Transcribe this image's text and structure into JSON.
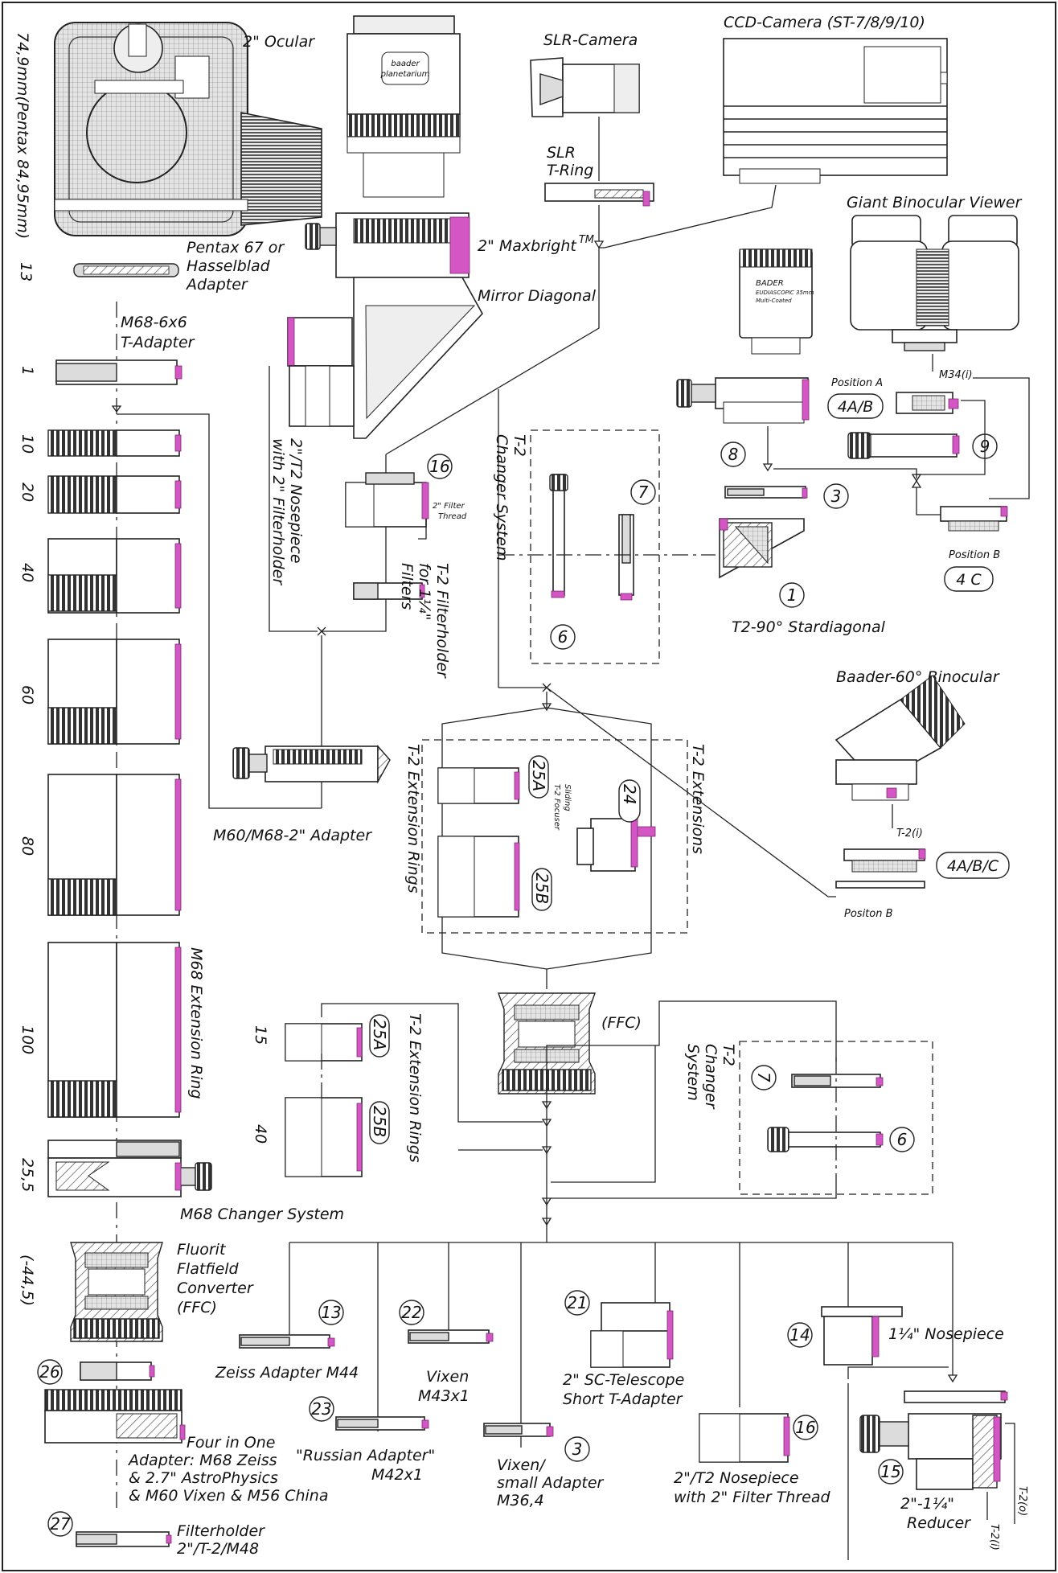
{
  "left_column": {
    "camera_dim": "74,9mm(Pentax 84,95mm)",
    "pentax_adapter": {
      "dim": "13",
      "label_1": "Pentax 67 or",
      "label_2": "Hasselblad",
      "label_3": "Adapter"
    },
    "m68_adapter": {
      "dim": "1",
      "label_1": "M68-6x6",
      "label_2": "T-Adapter"
    },
    "ring_dims": [
      "10",
      "20",
      "40",
      "60",
      "80",
      "100"
    ],
    "extension_ring_label": "M68 Extension Ring",
    "changer_dim": "25,5",
    "changer_label": "M68 Changer System",
    "ffc_dim": "(-44,5)",
    "ffc_label": [
      "Fluorit",
      "Flatfield",
      "Converter",
      "(FFC)"
    ],
    "four_in_one": {
      "num": "26",
      "label": [
        "Four in One",
        "Adapter: M68 Zeiss",
        "& 2.7\" AstroPhysics",
        "& M60 Vixen & M56 China"
      ]
    },
    "filterholder": {
      "num": "27",
      "label_1": "Filterholder",
      "label_2": "2\"/T-2/M48"
    }
  },
  "top": {
    "ocular_label": "2\" Ocular",
    "ocular_brand_1": "baader",
    "ocular_brand_2": "planetarium",
    "slr_camera": "SLR-Camera",
    "slr_tring_1": "SLR",
    "slr_tring_2": "T-Ring",
    "ccd_camera": "CCD-Camera (ST-7/8/9/10)",
    "maxbright_1": "2\" Maxbright",
    "maxbright_tm": "TM",
    "maxbright_2": "Mirror Diagonal",
    "giant_binocular": "Giant Binocular Viewer",
    "m34": "M34(i)",
    "eyepiece_brand": "BADER",
    "eyepiece_line_1": "EUDIASCOPIC 35mm",
    "eyepiece_line_2": "Multi-Coated"
  },
  "middle": {
    "nosepiece_label_1": "2\"/T2 Nosepiece",
    "nosepiece_label_2": "with 2\" Filterholder",
    "num_16": "16",
    "filter_thread_1": "2\" Filter",
    "filter_thread_2": "Thread",
    "t2_filterholder_1": "T-2 Filterholder",
    "t2_filterholder_2": "for 1¼\"",
    "t2_filterholder_3": "Filters",
    "m60_adapter": "M60/M68-2\" Adapter",
    "t2_changer_label_1": "T-2",
    "t2_changer_label_2": "Changer System",
    "num_7": "7",
    "num_6": "6",
    "num_8": "8",
    "num_3": "3",
    "num_1": "1",
    "stardiagonal": "T2-90° Stardiagonal",
    "position_a": "Position A",
    "pos_4ab": "4A/B",
    "num_9": "9",
    "position_b": "Position B",
    "pos_4c": "4 C",
    "baader_binocular": "Baader-60° Binocular",
    "t2i": "T-2(i)",
    "pos_4abc": "4A/B/C",
    "positon_b2": "Positon B",
    "t2_ext_rings": "T-2 Extension Rings",
    "num_25a": "25A",
    "num_25b": "25B",
    "num_24": "24",
    "sliding_1": "Sliding",
    "sliding_2": "T-2 Focuser",
    "t2_extensions": "T-2 Extensions",
    "ffc": "(FFC)",
    "dim_15": "15",
    "dim_40": "40",
    "t2_ext_rings_2": "T-2 Extension Rings",
    "t2_changer2_1": "T-2",
    "t2_changer2_2": "Changer",
    "t2_changer2_3": "System"
  },
  "bottom": {
    "num_13": "13",
    "zeiss": "Zeiss Adapter M44",
    "num_23": "23",
    "russian_1": "\"Russian Adapter\"",
    "russian_2": "M42x1",
    "num_22": "22",
    "vixen_1": "Vixen",
    "vixen_2": "M43x1",
    "num_3": "3",
    "vixen_small_1": "Vixen/",
    "vixen_small_2": "small Adapter",
    "vixen_small_3": "M36,4",
    "num_21": "21",
    "sc_1": "2\" SC-Telescope",
    "sc_2": "Short T-Adapter",
    "num_16": "16",
    "nose2_1": "2\"/T2 Nosepiece",
    "nose2_2": "with 2\" Filter Thread",
    "num_14": "14",
    "nose14": "1¼\" Nosepiece",
    "num_15": "15",
    "reducer_1": "2\"-1¼\"",
    "reducer_2": "Reducer",
    "t2i": "T-2(i)",
    "t2o": "T-2(o)"
  }
}
